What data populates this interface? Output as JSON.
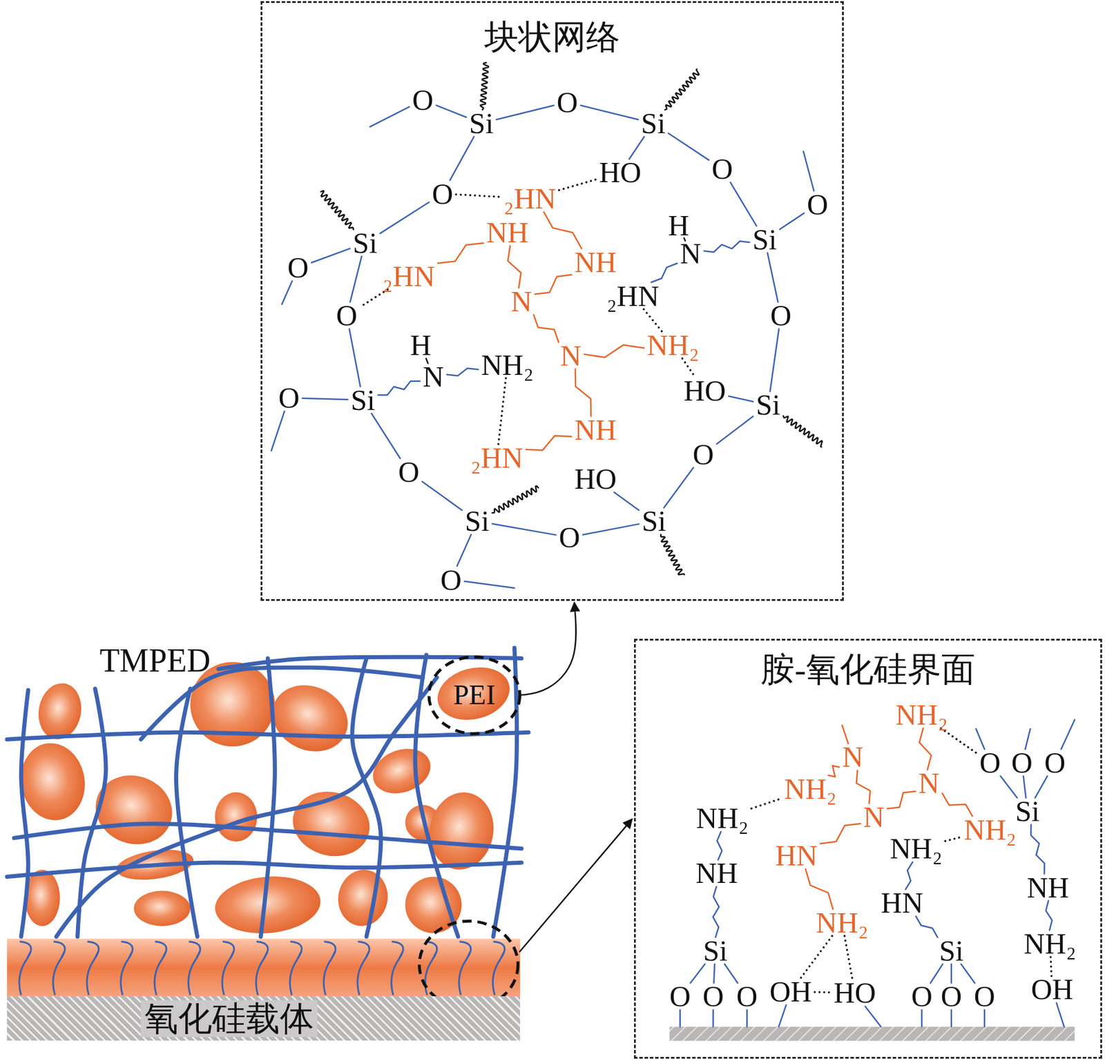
{
  "diagram": {
    "nodes": [
      {
        "text": [
          "块状网络"
        ]
      },
      {
        "text": [
          "PEI"
        ]
      },
      {
        "text": [
          "氧化硅载体"
        ]
      },
      {
        "text": [
          "胺-氧化硅界面"
        ]
      }
    ],
    "edges": [
      {
        "from": 1,
        "to": 0,
        "arrow": "to"
      }
    ],
    "labels": [
      "O",
      "Si",
      "O",
      "Si",
      "HO",
      "O",
      "O",
      "Si",
      "O",
      "₂HN",
      "Si",
      "NH",
      "NH",
      "H",
      "N",
      "O",
      "₂HN",
      "₂HN",
      "N",
      "O",
      "O",
      "H",
      "NH₂",
      "N",
      "NH₂",
      "N",
      "O",
      "Si",
      "HO",
      "Si",
      "NH",
      "₂HN",
      "O",
      "O",
      "HO",
      "Si",
      "O",
      "Si",
      "O",
      "TMPED",
      "NH₂",
      "N",
      "O",
      "O",
      "O",
      "NH₂",
      "N",
      "NH₂",
      "N",
      "Si",
      "NH₂",
      "HN",
      "NH₂",
      "NH",
      "HN",
      "NH",
      "NH₂",
      "Si",
      "Si",
      "NH₂",
      "OH",
      "HO",
      "O",
      "O",
      "O",
      "O",
      "O",
      "O",
      "OH"
    ]
  }
}
